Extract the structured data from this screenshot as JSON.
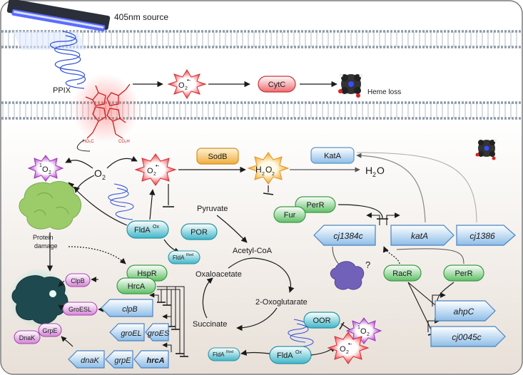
{
  "labels": {
    "source": "405nm source",
    "ppix": "PPIX",
    "o2_radical": "O",
    "o2_radical_sub": "2",
    "o2_radical_sup": "•-",
    "cytc": "CytC",
    "heme_loss": "Heme loss",
    "singlet_sup": "1",
    "singlet_o": "O",
    "singlet_sub": "2",
    "oxygen": "O",
    "oxygen_sub": "2",
    "sodb": "SodB",
    "h2o2_h": "H",
    "h2o2_sub1": "2",
    "h2o2_o": "O",
    "h2o2_sub2": "2",
    "water_h": "H",
    "water_sub": "2",
    "water_o": "O",
    "kata": "KatA",
    "perr": "PerR",
    "fur": "Fur",
    "pyruvate": "Pyruvate",
    "por": "POR",
    "flda": "FldA",
    "flda_ox": "Ox",
    "flda_red": "Red",
    "acetyl_coa": "Acetyl-CoA",
    "oxaloacetate": "Oxaloacetate",
    "oxoglutarate": "2-Oxoglutarate",
    "succinate": "Succinate",
    "oor": "OOR",
    "protein_damage_1": "Protein",
    "protein_damage_2": "damage",
    "hspr": "HspR",
    "hrca": "HrcA",
    "clpb_protein": "ClpB",
    "groesl_protein": "GroESL",
    "dnak_protein": "DnaK",
    "grpe_protein": "GrpE",
    "racr": "RacR",
    "question": "?"
  },
  "genes": {
    "cj1384c": "cj1384c",
    "kata": "katA",
    "cj1386": "cj1386",
    "clpb": "clpB",
    "groel": "groEL",
    "groes": "groES",
    "dnak": "dnaK",
    "grpe": "grpE",
    "hrca": "hrcA",
    "ahpc": "ahpC",
    "cj0045c": "cj0045c"
  },
  "colors": {
    "membrane": "#8f9aa8",
    "cytoplasm_top": "#ffffff",
    "cytoplasm_bottom": "#e9e2da",
    "regulator_green": "#6abf6f",
    "enzyme_teal": "#4bb8c6",
    "gene_blue": "#a9cdec",
    "chaperone_pink": "#d98ad9",
    "sodb_orange": "#f0b24a",
    "ros_red": "#e8333a",
    "singlet_purple": "#a23ec2",
    "light_blue": "#2c4fd8"
  },
  "icons": {
    "lamp": "uv-lamp-icon",
    "ppix": "porphyrin-molecule-icon",
    "heme": "heme-molecule-icon",
    "misfolded": "misfolded-protein-icon",
    "aggregate": "protein-aggregate-icon",
    "unknown": "unknown-protein-icon"
  }
}
